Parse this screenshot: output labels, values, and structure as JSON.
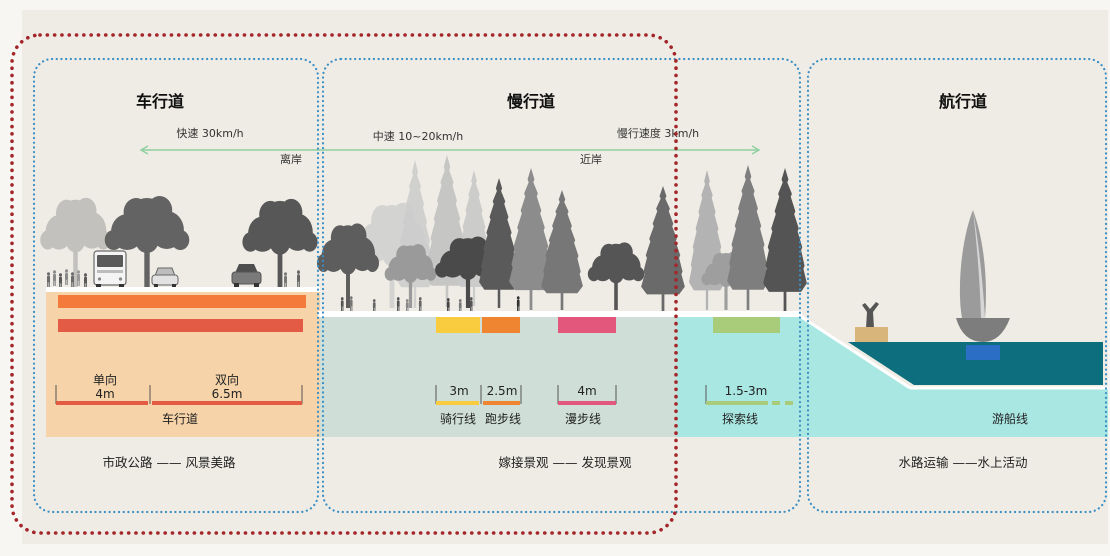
{
  "sections": {
    "road": {
      "title": "车行道"
    },
    "slow": {
      "title": "慢行道"
    },
    "water": {
      "title": "航行道"
    }
  },
  "speeds": {
    "fast": "快速 30km/h",
    "medium": "中速 10~20km/h",
    "slow": "慢行速度 3km/h"
  },
  "shore": {
    "far": "离岸",
    "near": "近岸"
  },
  "road_lanes": {
    "one_way": {
      "label": "单向",
      "width": "4m"
    },
    "two_way": {
      "label": "双向",
      "width": "6.5m"
    },
    "name": "车行道"
  },
  "slow_lanes": {
    "cycling": {
      "width": "3m",
      "name": "骑行线"
    },
    "running": {
      "width": "2.5m",
      "name": "跑步线"
    },
    "walking": {
      "width": "4m",
      "name": "漫步线"
    },
    "exploring": {
      "width": "1.5-3m",
      "name": "探索线"
    }
  },
  "water_lanes": {
    "boating": {
      "name": "游船线"
    }
  },
  "captions": {
    "road": "市政公路 —— 风景美路",
    "slow": "嫁接景观 —— 发现景观",
    "water": "水路运输 ——水上活动"
  },
  "colors": {
    "zone_border": "#3b8fc4",
    "highlight_border": "#a3262b",
    "speed_arrow": "#8fd0a0",
    "road_fill": "#f6d3a8",
    "road_lane_orange": "#f37a3a",
    "road_lane_red": "#e35a45",
    "slow_fill": "#cfdfd7",
    "waterfront_fill": "#a9e7e2",
    "water": "#0d6f7d",
    "cycling": "#f8cc3e",
    "running": "#ef8431",
    "walking": "#e2577b",
    "exploring": "#a8cc7a",
    "boat_marker": "#2b6ec6",
    "sculpture_base": "#d8b67b"
  },
  "icons": [
    "tree-icon",
    "bus-icon",
    "car-icon",
    "pedestrian-icon",
    "sailboat-icon",
    "sculpture-icon"
  ]
}
